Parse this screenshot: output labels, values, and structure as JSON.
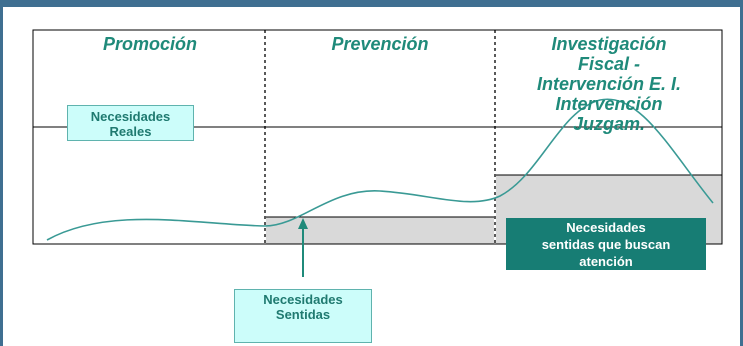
{
  "sections": {
    "promocion": "Promoción",
    "prevencion": "Prevención",
    "investigacion": [
      "Investigación",
      "Fiscal -",
      "Intervención E. I.",
      "Intervención",
      "Juzgam."
    ]
  },
  "labels": {
    "necesidades_reales": [
      "Necesidades",
      "Reales"
    ],
    "necesidades_sentidas": [
      "Necesidades",
      "Sentidas"
    ],
    "necesidades_buscan": [
      "Necesidades",
      "sentidas que buscan",
      "atención"
    ]
  },
  "colors": {
    "frame": "#3f6f91",
    "teal_text": "#1f8a7a",
    "cyan_box": "#ccfdfa",
    "dark_teal_box": "#177d74",
    "grey_band": "#d9d9d9",
    "curve": "#3a9a95"
  }
}
